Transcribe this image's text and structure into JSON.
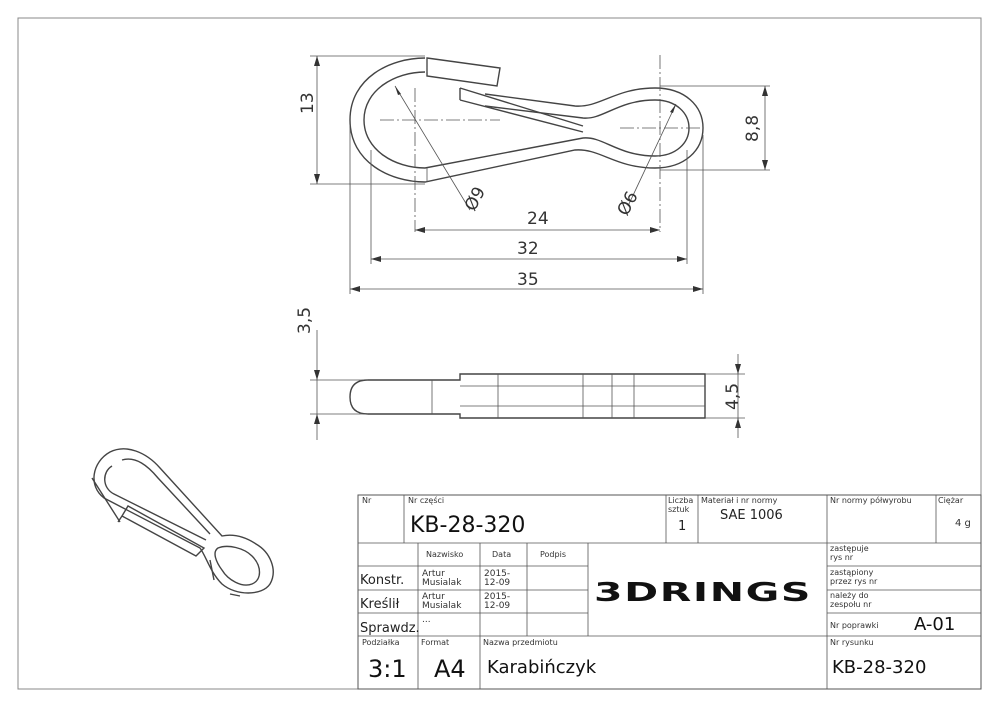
{
  "dimensions": {
    "height_13": "13",
    "height_8_8": "8,8",
    "dia_left": "Ø9",
    "dia_right": "Ø6",
    "len_24": "24",
    "len_32": "32",
    "len_35": "35",
    "thick_3_5": "3,5",
    "thick_4_5": "4,5"
  },
  "title_block": {
    "nr_label": "Nr",
    "part_no_label": "Nr części",
    "part_no": "KB-28-320",
    "qty_label_1": "Liczba",
    "qty_label_2": "sztuk",
    "qty": "1",
    "material_label": "Materiał i nr normy",
    "material": "SAE 1006",
    "semi_std_label": "Nr normy półwyrobu",
    "weight_label": "Ciężar",
    "weight": "4 g",
    "col_name": "Nazwisko",
    "col_date": "Data",
    "col_sign": "Podpis",
    "rows": [
      {
        "role": "Konstr.",
        "name_1": "Artur",
        "name_2": "Musialak",
        "date_1": "2015-",
        "date_2": "12-09"
      },
      {
        "role": "Kreślił",
        "name_1": "Artur",
        "name_2": "Musialak",
        "date_1": "2015-",
        "date_2": "12-09"
      },
      {
        "role": "Sprawdz.",
        "name_1": "...",
        "name_2": "",
        "date_1": "",
        "date_2": ""
      }
    ],
    "logo": "3DRINGS",
    "replaces_label_1": "zastępuje",
    "replaces_label_2": "rys nr",
    "replaced_label_1": "zastąpiony",
    "replaced_label_2": "przez rys nr",
    "assembly_label_1": "należy do",
    "assembly_label_2": "zespołu nr",
    "revision_label": "Nr poprawki",
    "revision": "A-01",
    "scale_label": "Podziałka",
    "scale": "3:1",
    "format_label": "Format",
    "format": "A4",
    "object_label": "Nazwa przedmiotu",
    "object": "Karabińczyk",
    "drawing_no_label": "Nr rysunku",
    "drawing_no": "KB-28-320"
  }
}
